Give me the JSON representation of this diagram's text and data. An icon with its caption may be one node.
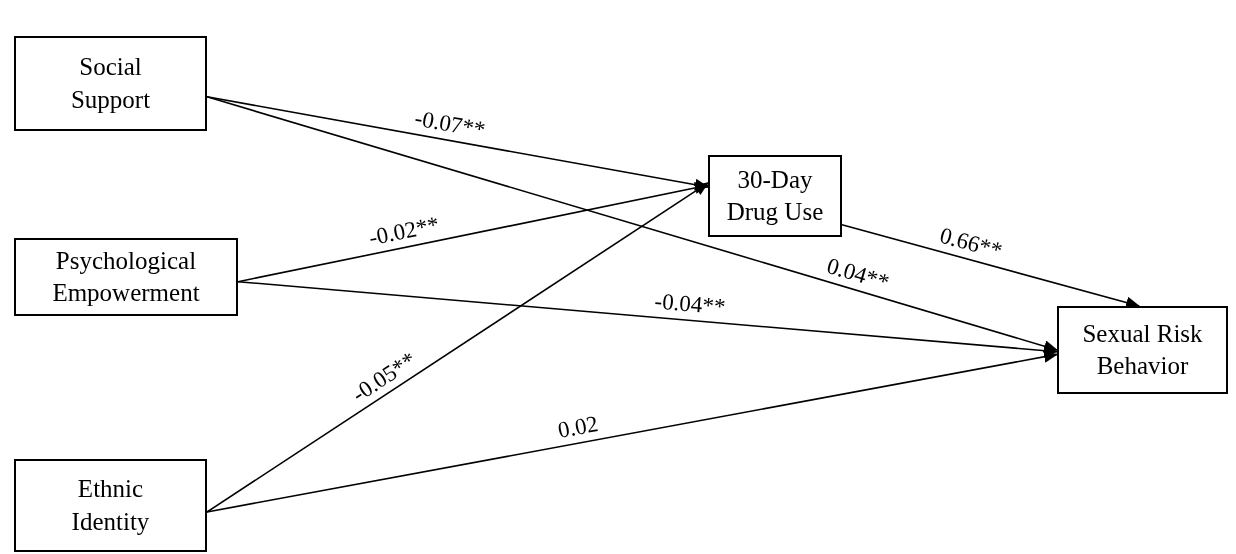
{
  "diagram": {
    "nodes": [
      {
        "text": [
          "Social Support"
        ]
      },
      {
        "text": [
          "Psychological Empowerment"
        ]
      },
      {
        "text": [
          "Ethnic Identity"
        ]
      },
      {
        "text": [
          "30-Day Drug Use"
        ]
      },
      {
        "text": [
          "Sexual Risk Behavior"
        ]
      }
    ],
    "edges": [
      {
        "from": 0,
        "to": 3,
        "arrow": "to",
        "label": "-0.07**"
      },
      {
        "from": 0,
        "to": 4,
        "arrow": "to",
        "label": "0.04**"
      },
      {
        "from": 1,
        "to": 3,
        "arrow": "to",
        "label": "-0.02**"
      },
      {
        "from": 1,
        "to": 4,
        "arrow": "to",
        "label": "-0.04**"
      },
      {
        "from": 2,
        "to": 3,
        "arrow": "to",
        "label": "-0.05**"
      },
      {
        "from": 2,
        "to": 4,
        "arrow": "to",
        "label": "0.02"
      },
      {
        "from": 3,
        "to": 4,
        "arrow": "to",
        "label": "0.66**"
      }
    ]
  }
}
